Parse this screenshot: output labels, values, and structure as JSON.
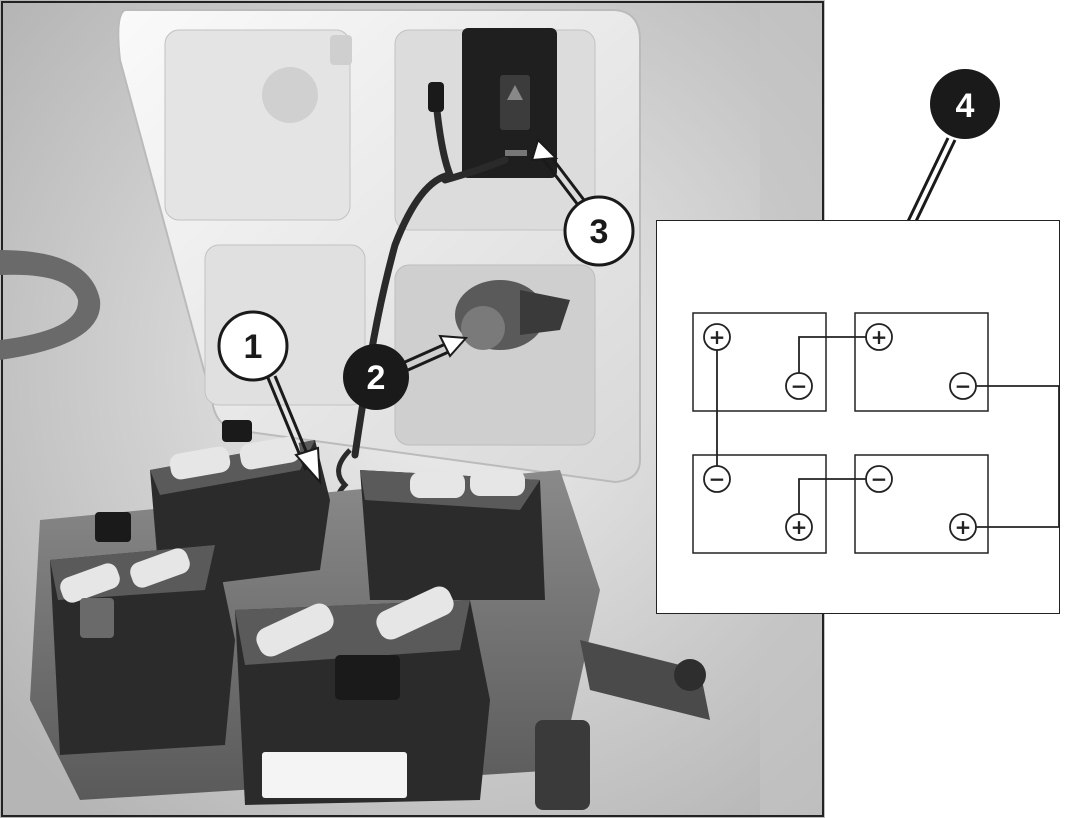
{
  "callouts": {
    "c1": "1",
    "c2": "2",
    "c3": "3",
    "c4": "4"
  },
  "batteries": [
    {
      "positive": "+",
      "negative": "−"
    },
    {
      "positive": "+",
      "negative": "−"
    },
    {
      "positive": "+",
      "negative": "−"
    },
    {
      "positive": "+",
      "negative": "−"
    }
  ],
  "colors": {
    "ink": "#1a1a1a",
    "photo_bg": "#d9d9d9",
    "panel": "#f2f2f2",
    "battery": "#2b2b2b",
    "cap": "#e6e6e6"
  }
}
